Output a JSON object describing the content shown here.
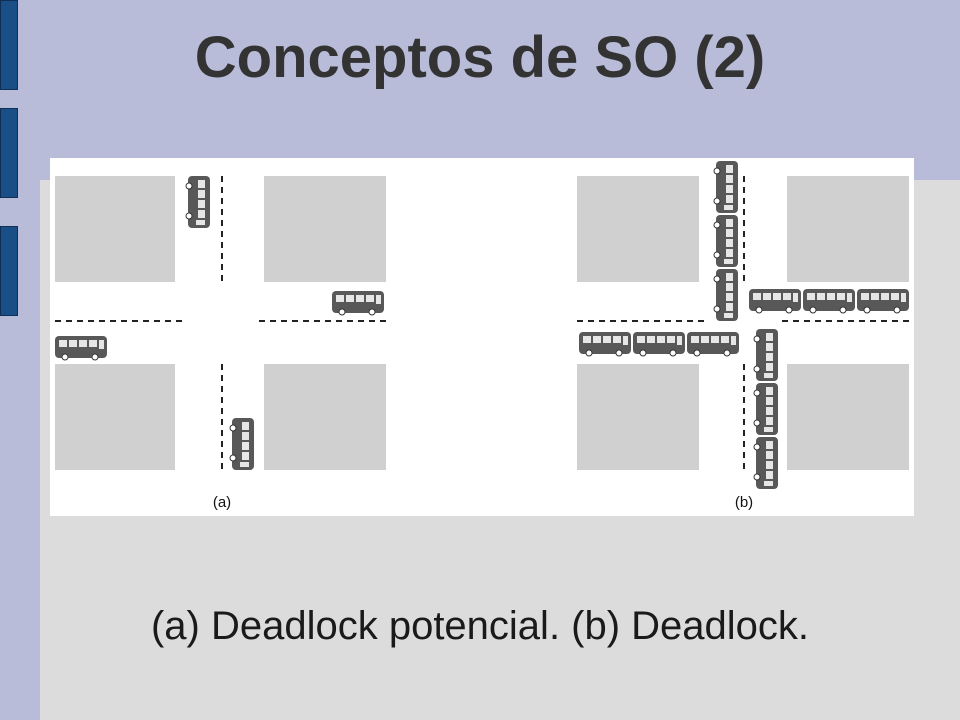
{
  "slide": {
    "title": "Conceptos de SO (2)",
    "caption": "(a) Deadlock potencial. (b) Deadlock."
  },
  "figure": {
    "panel_a_label": "(a)",
    "panel_b_label": "(b)",
    "bus_icon": "bus-icon",
    "block_color": "#d0d0d0",
    "bus_color": "#585858"
  },
  "colors": {
    "background": "#b8bcd8",
    "slide_body": "#dcdcdc",
    "side_bar": "#1a4e86",
    "title": "#333333"
  }
}
